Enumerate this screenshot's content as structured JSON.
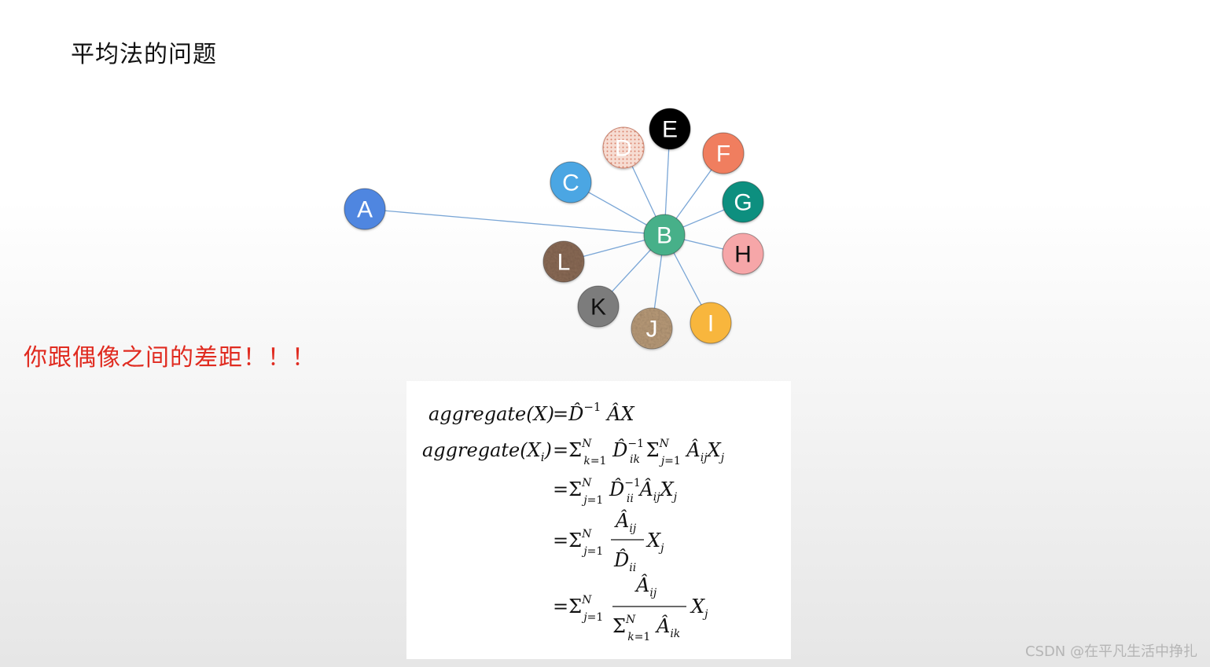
{
  "title": "平均法的问题",
  "note": "你跟偶像之间的差距！！！",
  "watermark": "CSDN @在平凡生活中挣扎",
  "graph": {
    "center": "B",
    "nodes": [
      {
        "id": "A",
        "label": "A",
        "fill": "#4f86e0",
        "text": "#ffffff"
      },
      {
        "id": "B",
        "label": "B",
        "fill": "#47b089",
        "text": "#ffffff"
      },
      {
        "id": "C",
        "label": "C",
        "fill": "#4ba6e3",
        "text": "#ffffff"
      },
      {
        "id": "D",
        "label": "D",
        "fill": "#f2c9bd",
        "text": "#ffffff",
        "pattern": "dots"
      },
      {
        "id": "E",
        "label": "E",
        "fill": "#000000",
        "text": "#ffffff"
      },
      {
        "id": "F",
        "label": "F",
        "fill": "#f07e5e",
        "text": "#ffffff"
      },
      {
        "id": "G",
        "label": "G",
        "fill": "#0e8f7f",
        "text": "#ffffff"
      },
      {
        "id": "H",
        "label": "H",
        "fill": "#f6a6a8",
        "text": "#111111"
      },
      {
        "id": "I",
        "label": "I",
        "fill": "#f8b63d",
        "text": "#ffffff"
      },
      {
        "id": "J",
        "label": "J",
        "fill": "#b89a78",
        "text": "#ffffff",
        "pattern": "noise"
      },
      {
        "id": "K",
        "label": "K",
        "fill": "#7b7b7b",
        "text": "#111111"
      },
      {
        "id": "L",
        "label": "L",
        "fill": "#8a6a55",
        "text": "#ffffff",
        "pattern": "noise"
      }
    ],
    "edges": [
      [
        "A",
        "B"
      ],
      [
        "C",
        "B"
      ],
      [
        "D",
        "B"
      ],
      [
        "E",
        "B"
      ],
      [
        "F",
        "B"
      ],
      [
        "G",
        "B"
      ],
      [
        "H",
        "B"
      ],
      [
        "I",
        "B"
      ],
      [
        "J",
        "B"
      ],
      [
        "K",
        "B"
      ],
      [
        "L",
        "B"
      ]
    ],
    "edge_color": "#7aa6d6"
  },
  "formula": {
    "lines": [
      {
        "lhs": "aggregate(X)",
        "rhs": "=D̂⁻¹ÂX"
      },
      {
        "lhs": "aggregate(Xᵢ)",
        "rhs": "=Σₖ₌₁ᴺ D̂ᵢₖ⁻¹ Σⱼ₌₁ᴺ ÂᵢⱼXⱼ"
      },
      {
        "lhs": "",
        "rhs": "=Σⱼ₌₁ᴺ D̂ᵢᵢ⁻¹ ÂᵢⱼXⱼ"
      },
      {
        "lhs": "",
        "rhs": "=Σⱼ₌₁ᴺ (Âᵢⱼ / D̂ᵢᵢ) Xⱼ"
      },
      {
        "lhs": "",
        "rhs": "=Σⱼ₌₁ᴺ (Âᵢⱼ / Σₖ₌₁ᴺ Âᵢₖ) Xⱼ"
      }
    ]
  }
}
